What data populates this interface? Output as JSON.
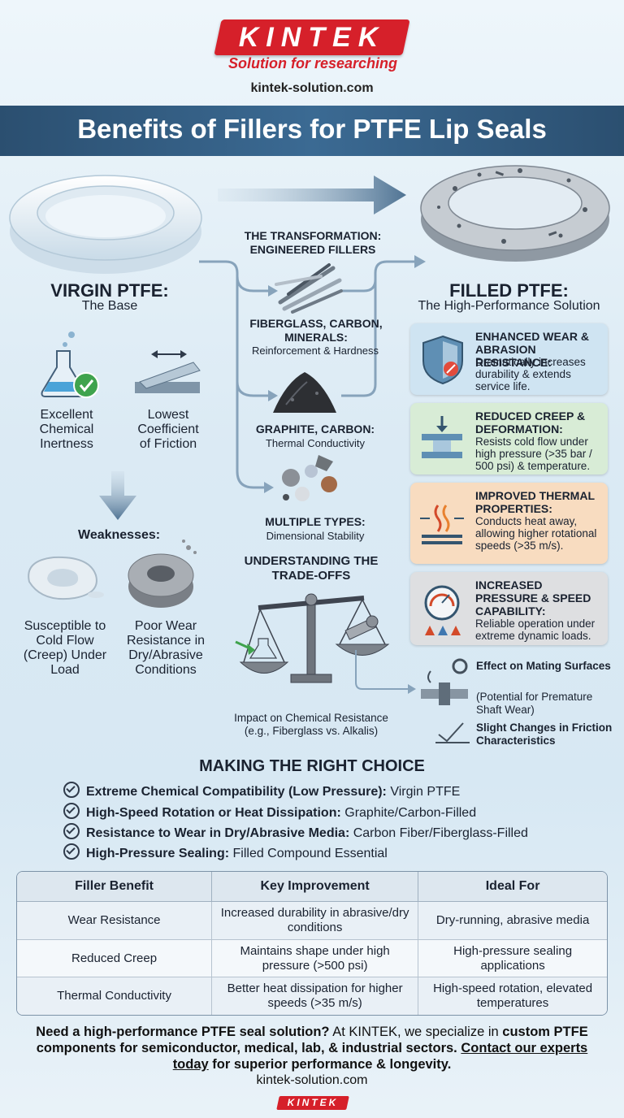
{
  "brand": {
    "logo": "KINTEK",
    "tagline": "Solution for researching",
    "website": "kintek-solution.com"
  },
  "title": "Benefits of Fillers for PTFE Lip Seals",
  "virgin": {
    "heading": "VIRGIN PTFE:",
    "subheading": "The Base",
    "props": [
      {
        "label": "Excellent Chemical Inertness",
        "icon": "flask-check-icon"
      },
      {
        "label": "Lowest Coefficient of Friction",
        "icon": "sliding-plate-icon"
      }
    ],
    "weaknesses_heading": "Weaknesses:",
    "weaknesses": [
      {
        "label": "Susceptible to Cold Flow (Creep) Under Load",
        "icon": "deformed-ring-icon"
      },
      {
        "label": "Poor Wear Resistance in Dry/Abrasive Conditions",
        "icon": "worn-ring-icon"
      }
    ]
  },
  "transformation": {
    "heading": "THE TRANSFORMATION: ENGINEERED FILLERS",
    "fillers": [
      {
        "name": "FIBERGLASS, CARBON, MINERALS:",
        "desc": "Reinforcement & Hardness",
        "icon": "fiber-rods-icon"
      },
      {
        "name": "GRAPHITE, CARBON:",
        "desc": "Thermal Conductivity",
        "icon": "graphite-powder-icon"
      },
      {
        "name": "MULTIPLE TYPES:",
        "desc": "Dimensional Stability",
        "icon": "mineral-pebbles-icon"
      }
    ]
  },
  "tradeoffs": {
    "heading": "UNDERSTANDING THE TRADE-OFFS",
    "caption": "Impact on Chemical Resistance",
    "caption_sub": "(e.g., Fiberglass vs. Alkalis)",
    "side_items": [
      {
        "title": "Effect on Mating Surfaces",
        "desc": "(Potential for Premature Shaft Wear)",
        "icon": "shaft-gear-icon"
      },
      {
        "title": "Slight Changes in Friction Characteristics",
        "desc": "",
        "icon": "friction-check-icon"
      }
    ]
  },
  "filled": {
    "heading": "FILLED PTFE:",
    "subheading": "The High-Performance Solution",
    "benefits": [
      {
        "title": "ENHANCED WEAR & ABRASION RESISTANCE:",
        "desc": "Dramatically increases durability & extends service life.",
        "color": "#cfe4f2",
        "icon": "shield-icon"
      },
      {
        "title": "REDUCED CREEP & DEFORMATION:",
        "desc": "Resists cold flow under high pressure (>35 bar / 500 psi) & temperature.",
        "color": "#d8ecd6",
        "icon": "press-icon"
      },
      {
        "title": "IMPROVED THERMAL PROPERTIES:",
        "desc": "Conducts heat away, allowing higher rotational speeds (>35 m/s).",
        "color": "#f8dcc0",
        "icon": "heat-icon"
      },
      {
        "title": "INCREASED PRESSURE & SPEED CAPABILITY:",
        "desc": "Reliable operation under extreme dynamic loads.",
        "color": "#dedfe1",
        "icon": "gauge-icon"
      }
    ]
  },
  "choice": {
    "heading": "MAKING THE RIGHT CHOICE",
    "items": [
      {
        "bold": "Extreme Chemical Compatibility (Low Pressure):",
        "rest": "Virgin PTFE"
      },
      {
        "bold": "High-Speed Rotation or Heat Dissipation:",
        "rest": "Graphite/Carbon-Filled"
      },
      {
        "bold": "Resistance to Wear in Dry/Abrasive Media:",
        "rest": "Carbon Fiber/Fiberglass-Filled"
      },
      {
        "bold": "High-Pressure Sealing:",
        "rest": "Filled Compound Essential"
      }
    ]
  },
  "table": {
    "headers": [
      "Filler Benefit",
      "Key Improvement",
      "Ideal For"
    ],
    "rows": [
      [
        "Wear Resistance",
        "Increased durability in abrasive/dry conditions",
        "Dry-running, abrasive media"
      ],
      [
        "Reduced Creep",
        "Maintains shape under high pressure (>500 psi)",
        "High-pressure sealing applications"
      ],
      [
        "Thermal Conductivity",
        "Better heat dissipation for higher speeds (>35 m/s)",
        "High-speed rotation, elevated temperatures"
      ]
    ]
  },
  "footer": {
    "question": "Need a high-performance PTFE seal solution?",
    "text1": " At KINTEK, we specialize in ",
    "bold_text": "custom PTFE components for semiconductor, medical, lab, & industrial sectors.",
    "link": "Contact our experts today",
    "text2": " for superior performance & longevity.",
    "website": "kintek-solution.com"
  },
  "colors": {
    "brand_red": "#d6202a",
    "banner_blue": "#2f587d",
    "arrow_blue": "#5b7f9f"
  }
}
